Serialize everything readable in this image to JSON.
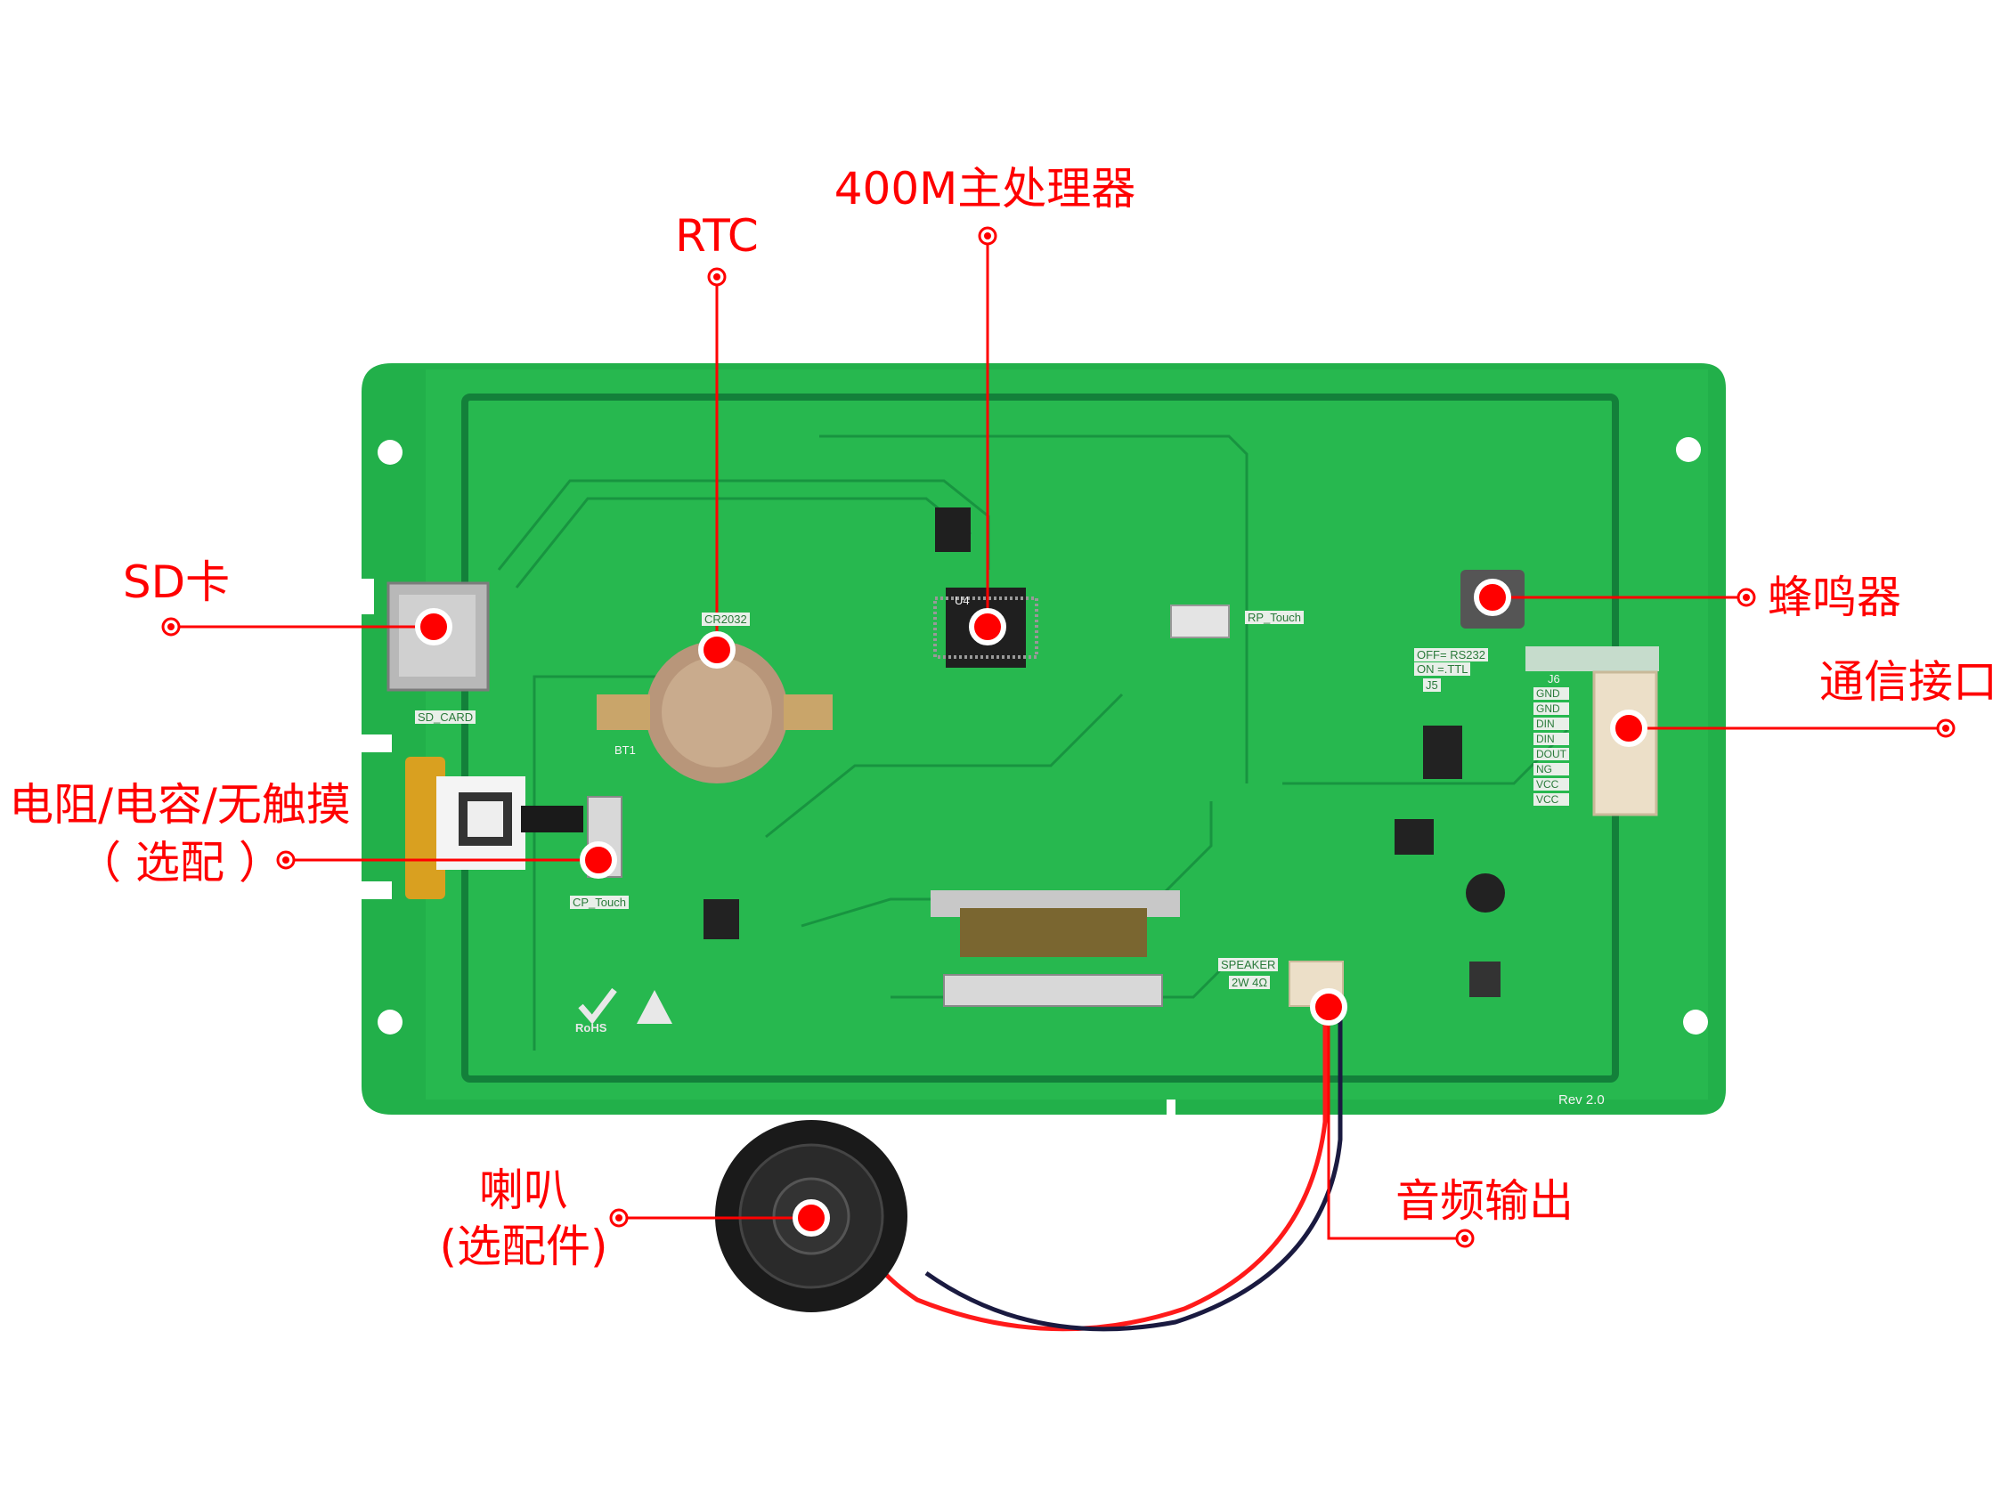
{
  "callouts": {
    "cpu": "400M主处理器",
    "rtc": "RTC",
    "sd": "SD卡",
    "buzzer": "蜂鸣器",
    "comm": "通信接口",
    "resistor_line1": "电阻/电容/无触摸",
    "resistor_line2": "（ 选配 ）",
    "speaker_line1": "喇叭",
    "speaker_line2": "(选配件)",
    "audio": "音频输出"
  },
  "silkscreen": {
    "sd_card": "SD_CARD",
    "cr2032": "CR2032",
    "rp_touch": "RP_Touch",
    "cp_touch": "CP_Touch",
    "rs232": "OFF= RS232",
    "ttl": "ON =.TTL",
    "j5": "J5",
    "j6": "J6",
    "pins": [
      "GND",
      "GND",
      "DIN",
      "DIN",
      "DOUT",
      "NG",
      "VCC",
      "VCC"
    ],
    "speaker": "SPEAKER",
    "speaker_spec": "2W 4Ω",
    "rohs": "RoHS",
    "rev": "Rev 2.0",
    "bt1": "BT1",
    "u4": "U4"
  },
  "colors": {
    "callout": "#ff0000",
    "pcb": "#22b04a",
    "pcb_dark": "#168a38"
  }
}
